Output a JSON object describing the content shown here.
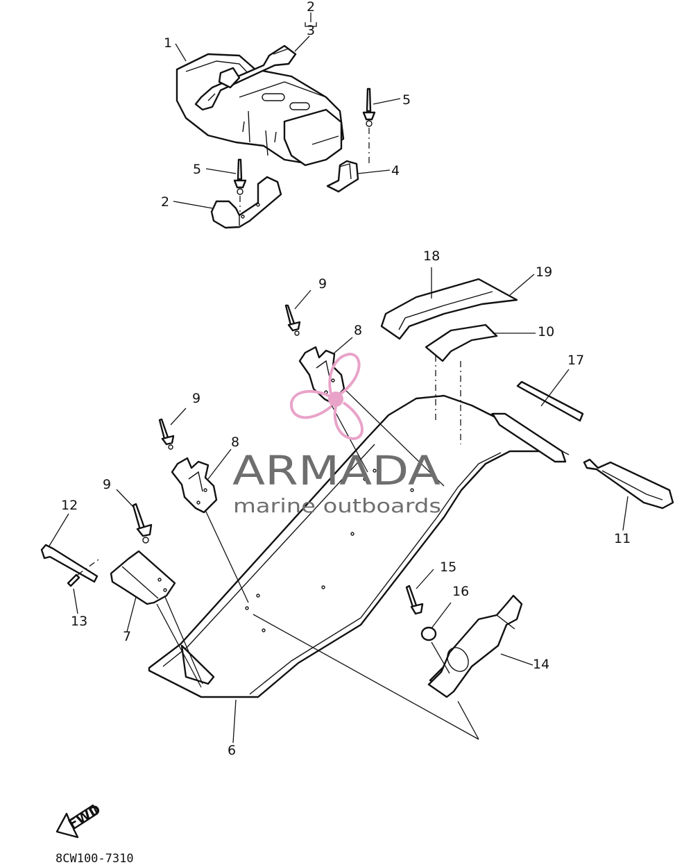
{
  "diagram": {
    "part_labels": [
      {
        "id": "label-1",
        "text": "1"
      },
      {
        "id": "label-2-top",
        "text": "2"
      },
      {
        "id": "label-3",
        "text": "3"
      },
      {
        "id": "label-5-right",
        "text": "5"
      },
      {
        "id": "label-5-left",
        "text": "5"
      },
      {
        "id": "label-4",
        "text": "4"
      },
      {
        "id": "label-2-bracket",
        "text": "2"
      },
      {
        "id": "label-18",
        "text": "18"
      },
      {
        "id": "label-19",
        "text": "19"
      },
      {
        "id": "label-9-top",
        "text": "9"
      },
      {
        "id": "label-8-top",
        "text": "8"
      },
      {
        "id": "label-10",
        "text": "10"
      },
      {
        "id": "label-17",
        "text": "17"
      },
      {
        "id": "label-9-mid",
        "text": "9"
      },
      {
        "id": "label-8-mid",
        "text": "8"
      },
      {
        "id": "label-9-low",
        "text": "9"
      },
      {
        "id": "label-12",
        "text": "12"
      },
      {
        "id": "label-11",
        "text": "11"
      },
      {
        "id": "label-15",
        "text": "15"
      },
      {
        "id": "label-16",
        "text": "16"
      },
      {
        "id": "label-13",
        "text": "13"
      },
      {
        "id": "label-7",
        "text": "7"
      },
      {
        "id": "label-14",
        "text": "14"
      },
      {
        "id": "label-6",
        "text": "6"
      }
    ],
    "fwd_text": "FWD",
    "drawing_code": "8CW100-7310"
  },
  "watermark": {
    "brand": "ARMADA",
    "tagline": "marine outboards",
    "logo_color": "#e9a3c9",
    "text_color": "#6e6e6e"
  }
}
